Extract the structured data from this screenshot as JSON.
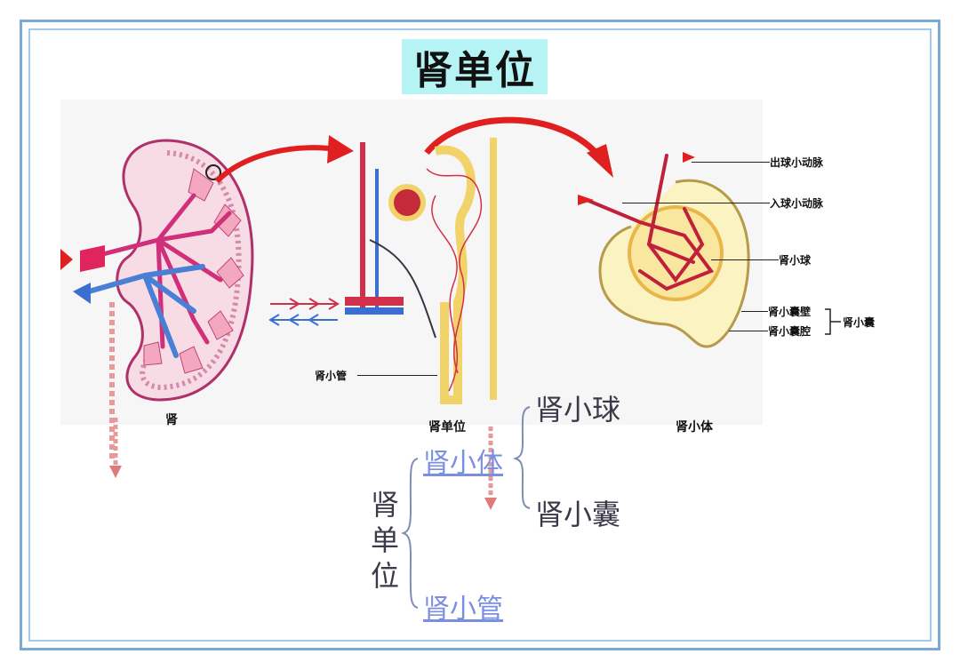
{
  "title": "肾单位",
  "figure": {
    "kidney_caption": "肾",
    "nephron_caption": "肾单位",
    "corpuscle_caption": "肾小体",
    "tubule_label": "肾小管",
    "efferent_label": "出球小动脉",
    "afferent_label": "入球小动脉",
    "glomerulus_label": "肾小球",
    "capsule_wall_label": "肾小囊壁",
    "capsule_cavity_label": "肾小囊腔",
    "capsule_label": "肾小囊"
  },
  "tree": {
    "root": "肾单位",
    "corpuscle_link": "肾小体",
    "tubule_link": "肾小管",
    "glomerulus": "肾小球",
    "capsule": "肾小囊"
  },
  "colors": {
    "title_bg": "#b6f3f5",
    "frame": "#7aa8d8",
    "link": "#7b8fe0",
    "artery": "#e0245e",
    "vein": "#3a6fd1",
    "arrow": "#e02020"
  }
}
